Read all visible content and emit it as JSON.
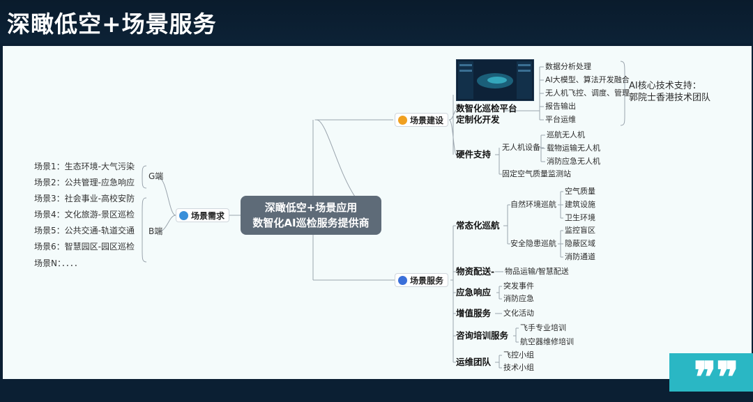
{
  "page": {
    "title": "深瞰低空+场景服务"
  },
  "center": {
    "line1": "深瞰低空+场景应用",
    "line2": "数智化AI巡检服务提供商"
  },
  "left": {
    "hub_label": "场景需求",
    "groups": [
      {
        "label": "G端",
        "items": [
          "场景1：生态环境-大气污染",
          "场景2：公共管理-应急响应"
        ]
      },
      {
        "label": "B端",
        "items": [
          "场景3：社会事业-高校安防",
          "场景4：文化旅游-景区巡检",
          "场景5：公共交通-轨道交通",
          "场景6：智慧园区-园区巡检"
        ]
      }
    ],
    "extra": "场景N：．．．．"
  },
  "build": {
    "label": "场景建设",
    "platform": {
      "title1": "数智化巡检平台",
      "title2": "定制化开发",
      "items": [
        "数据分析处理",
        "AI大模型、算法开发融合",
        "无人机飞控、调度、管理",
        "报告输出",
        "平台运维"
      ]
    },
    "support": {
      "title": "AI核心技术支持：",
      "team": "郭院士香港技术团队"
    },
    "hardware": {
      "title": "硬件支持",
      "uav_label": "无人机设备",
      "uav_items": [
        "巡航无人机",
        "载物运输无人机",
        "消防应急无人机"
      ],
      "station": "固定空气质量监测站"
    }
  },
  "service": {
    "label": "场景服务",
    "patrol": {
      "title": "常态化巡航",
      "env_label": "自然环境巡航",
      "env_items": [
        "空气质量",
        "建筑设施",
        "卫生环境"
      ],
      "safety_label": "安全隐患巡航",
      "safety_items": [
        "监控盲区",
        "隐蔽区域",
        "消防通道"
      ]
    },
    "delivery": {
      "title": "物资配送-",
      "item": "物品运输/智慧配送"
    },
    "emergency": {
      "title": "应急响应",
      "items": [
        "突发事件",
        "消防应急"
      ]
    },
    "value_added": {
      "title": "增值服务",
      "item": "文化活动"
    },
    "training": {
      "title": "咨询培训服务",
      "items": [
        "飞手专业培训",
        "航空器维修培训"
      ]
    },
    "ops": {
      "title": "运维团队",
      "items": [
        "飞控小组",
        "技术小组"
      ]
    }
  },
  "colors": {
    "header_bg": "#0b1f33",
    "canvas_bg": "#f4fbfb",
    "center_box": "#5e6b78",
    "accent": "#2ab7c4",
    "line": "#9aa4ad"
  },
  "icons": {
    "corner": "quote-mark-icon",
    "build": "gear-badge-icon",
    "service": "user-badge-icon",
    "demand": "globe-badge-icon"
  }
}
